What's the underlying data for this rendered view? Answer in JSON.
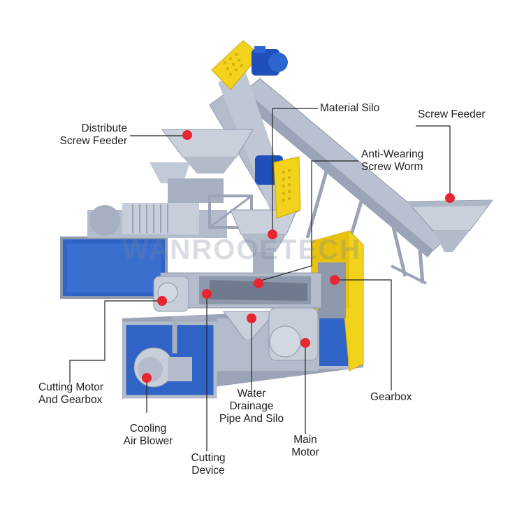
{
  "watermark": "WANROOETECH",
  "colors": {
    "frame": "#b4bccb",
    "frame_dark": "#8e98ab",
    "panel_blue": "#2f63c6",
    "panel_blue_dark": "#1d459a",
    "motor_blue": "#1f4fb8",
    "yellow": "#f2d21a",
    "marker": "#e8262f",
    "leader": "#222222"
  },
  "labels": {
    "distribute_feeder": [
      "Distribute",
      "Screw Feeder"
    ],
    "material_silo": [
      "Material Silo"
    ],
    "screw_feeder": [
      "Screw Feeder"
    ],
    "anti_wearing": [
      "Anti-Wearing",
      "Screw Worm"
    ],
    "cutting_motor": [
      "Cutting Motor",
      "And Gearbox"
    ],
    "gearbox": [
      "Gearbox"
    ],
    "water_drainage": [
      "Water",
      "Drainage",
      "Pipe And Silo"
    ],
    "main_motor": [
      "Main",
      "Motor"
    ],
    "cooling_blower": [
      "Cooling",
      "Air Blower"
    ],
    "cutting_device": [
      "Cutting",
      "Device"
    ]
  }
}
